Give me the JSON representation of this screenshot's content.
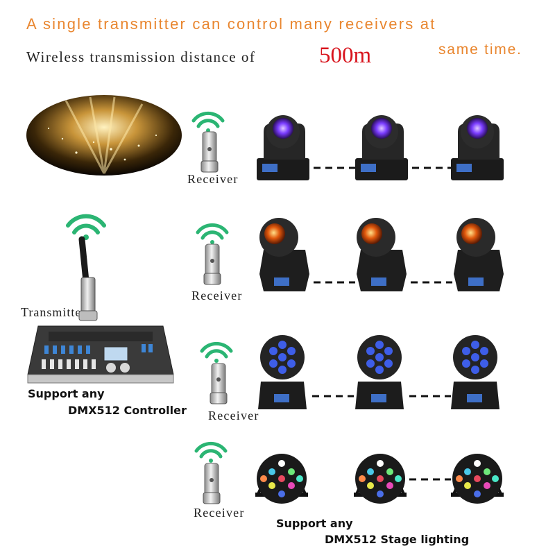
{
  "header": {
    "line1": "A single transmitter can control many receivers at",
    "line1_continued": "same time.",
    "line2": "Wireless transmission distance of",
    "distance": "500m"
  },
  "rows": [
    {
      "receiver_label": "Receiver",
      "fixture": "beam-moving-head"
    },
    {
      "receiver_label": "Receiver",
      "fixture": "spot-moving-head"
    },
    {
      "receiver_label": "Receiver",
      "fixture": "led-wash-moving-head"
    },
    {
      "receiver_label": "Receiver",
      "fixture": "led-par-can"
    }
  ],
  "transmitter_label": "Transmitter",
  "controller_caption": {
    "line1": "Support any",
    "line2": "DMX512 Controller"
  },
  "lighting_caption": {
    "line1": "Support any",
    "line2": "DMX512 Stage lighting"
  },
  "colors": {
    "headline": "#e9862f",
    "distance": "#d8141d",
    "signal": "#2bb573"
  }
}
